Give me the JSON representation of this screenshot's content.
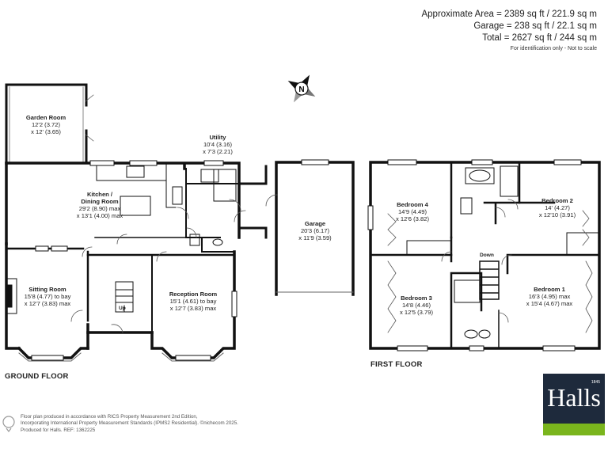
{
  "summary": {
    "approx_area": "Approximate Area = 2389 sq ft / 221.9 sq m",
    "garage_area": "Garage = 238 sq ft / 22.1 sq m",
    "total_area": "Total = 2627 sq ft / 244 sq m",
    "note": "For identification only - Not to scale"
  },
  "compass_letter": "N",
  "floors": {
    "ground": "GROUND FLOOR",
    "first": "FIRST FLOOR"
  },
  "rooms": {
    "garden_room": {
      "name": "Garden Room",
      "dim1": "12'2 (3.72)",
      "dim2": "x 12' (3.65)"
    },
    "utility": {
      "name": "Utility",
      "dim1": "10'4 (3.16)",
      "dim2": "x 7'3 (2.21)"
    },
    "kitchen": {
      "name": "Kitchen /",
      "name2": "Dining Room",
      "dim1": "29'2 (8.90) max",
      "dim2": "x 13'1 (4.00) max"
    },
    "garage": {
      "name": "Garage",
      "dim1": "20'3 (6.17)",
      "dim2": "x 11'9 (3.59)"
    },
    "sitting_room": {
      "name": "Sitting Room",
      "dim1": "15'8 (4.77) to bay",
      "dim2": "x 12'7 (3.83) max"
    },
    "reception_room": {
      "name": "Reception Room",
      "dim1": "15'1 (4.61) to bay",
      "dim2": "x 12'7 (3.83) max"
    },
    "bedroom4": {
      "name": "Bedroom 4",
      "dim1": "14'9 (4.49)",
      "dim2": "x 12'6 (3.82)"
    },
    "bedroom2": {
      "name": "Bedroom 2",
      "dim1": "14' (4.27)",
      "dim2": "x 12'10 (3.91)"
    },
    "bedroom3": {
      "name": "Bedroom 3",
      "dim1": "14'8 (4.46)",
      "dim2": "x 12'5 (3.79)"
    },
    "bedroom1": {
      "name": "Bedroom 1",
      "dim1": "16'3 (4.95) max",
      "dim2": "x 15'4 (4.67) max"
    }
  },
  "stairs": {
    "up": "Up",
    "down": "Down"
  },
  "footer": {
    "line1": "Floor plan produced in accordance with RICS Property Measurement 2nd Edition,",
    "line2": "Incorporating International Property Measurement Standards (IPMS2 Residential). ©nichecom 2025.",
    "line3": "Produced for Halls.   REF: 1362225"
  },
  "logo": {
    "name": "Halls",
    "year": "1845",
    "colors": {
      "navy": "#1e2a3c",
      "green": "#7ab51d"
    }
  }
}
